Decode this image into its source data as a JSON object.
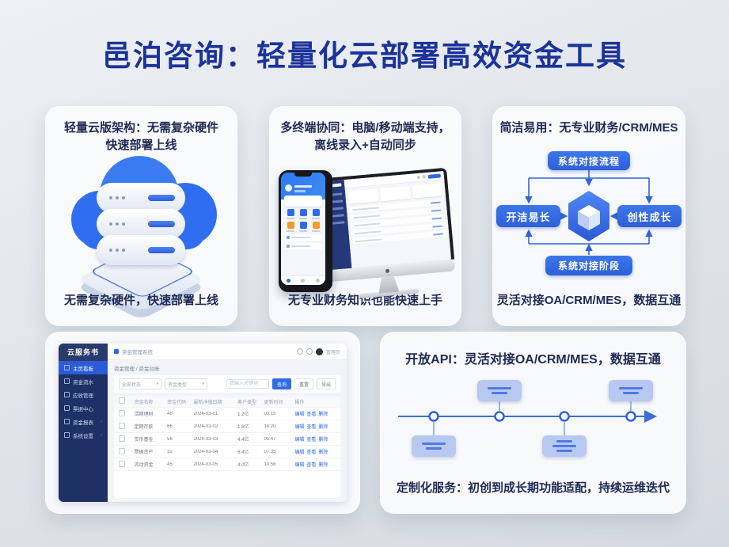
{
  "page": {
    "title": "邑泊咨询：轻量化云部署高效资金工具"
  },
  "cards": {
    "lite_cloud": {
      "heading_line1": "轻量云版架构：无需复杂硬件",
      "heading_line2": "快速部署上线",
      "caption": "无需复杂硬件，快速部署上线"
    },
    "multi_terminal": {
      "heading_line1": "多终端协同：电脑/移动端支持，",
      "heading_line2": "离线录入+自动同步",
      "caption": "无专业财务知识也能快速上手"
    },
    "easy_use": {
      "heading": "简洁易用：无专业财务/CRM/MES",
      "caption": "灵活对接OA/CRM/MES，数据互通",
      "diagram": {
        "top_box": "系统对接流程",
        "left_box": "开洁易长",
        "right_box": "创性成长",
        "bottom_box": "系统对接阶段"
      }
    },
    "open_api": {
      "heading": "开放API：灵活对接OA/CRM/MES，数据互通",
      "caption": "定制化服务：初创到成长期功能适配，持续运维迭代"
    }
  },
  "admin": {
    "logo": "云服务书",
    "sidebar": {
      "items": [
        "主页看板",
        "资金流水",
        "应收管理",
        "票据中心",
        "资金报表",
        "系统设置"
      ]
    },
    "topbar": {
      "breadcrumb": "资金管理系统",
      "user": "管理员"
    },
    "page_title": "资金管理 / 资金台账",
    "filters": {
      "select_status": "全部状态",
      "select_type": "资金类型",
      "search_placeholder": "请输入关键词",
      "search_button": "查询",
      "reset_button": "重置",
      "export_button": "导出"
    },
    "table": {
      "headers": [
        "资金名称",
        "资金代码",
        "最新净值日期",
        "客户类型",
        "更新时间",
        "操作"
      ],
      "actions": [
        "编辑",
        "查看",
        "删除"
      ],
      "rows": [
        {
          "name": "活期理财",
          "code": "48",
          "date": "2024-03-01",
          "type": "1.2亿",
          "time": "03:15"
        },
        {
          "name": "定期存款",
          "code": "66",
          "date": "2024-03-02",
          "type": "1.6亿",
          "time": "14:20"
        },
        {
          "name": "货币基金",
          "code": "56",
          "date": "2024-03-03",
          "type": "4.4亿",
          "time": "05:47"
        },
        {
          "name": "票据资产",
          "code": "32",
          "date": "2024-03-04",
          "type": "6.4亿",
          "time": "07:35"
        },
        {
          "name": "流动资金",
          "code": "45",
          "date": "2024-03-05",
          "type": "4.0亿",
          "time": "10:58"
        }
      ]
    }
  },
  "colors": {
    "accent_blue": "#2e6be6",
    "title_navy": "#1b3399",
    "sidebar_navy": "#1e3066",
    "diagram_box_blue": "#3568e0",
    "timeline_box": "#b9c8f0"
  }
}
